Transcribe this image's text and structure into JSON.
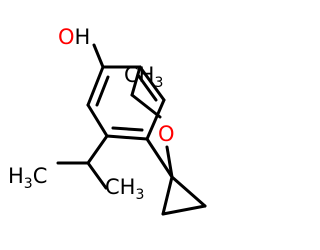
{
  "molecule": {
    "labels": {
      "hydroxyl_oh": "OH",
      "hydroxyl_h": "H",
      "hydroxyl_o": "O",
      "ether_o": "O",
      "methyl_top_c": "C",
      "methyl_top_h": "H",
      "methyl_top_sub": "3",
      "methyl_left_h": "H",
      "methyl_left_sub": "3",
      "methyl_left_c": "C",
      "methyl_right_c": "C",
      "methyl_right_h": "H",
      "methyl_right_sub": "3"
    },
    "colors": {
      "bond": "#000000",
      "carbon_hydrogen_label": "#000000",
      "oxygen_label": "#ff0000",
      "background": "#ffffff"
    }
  }
}
